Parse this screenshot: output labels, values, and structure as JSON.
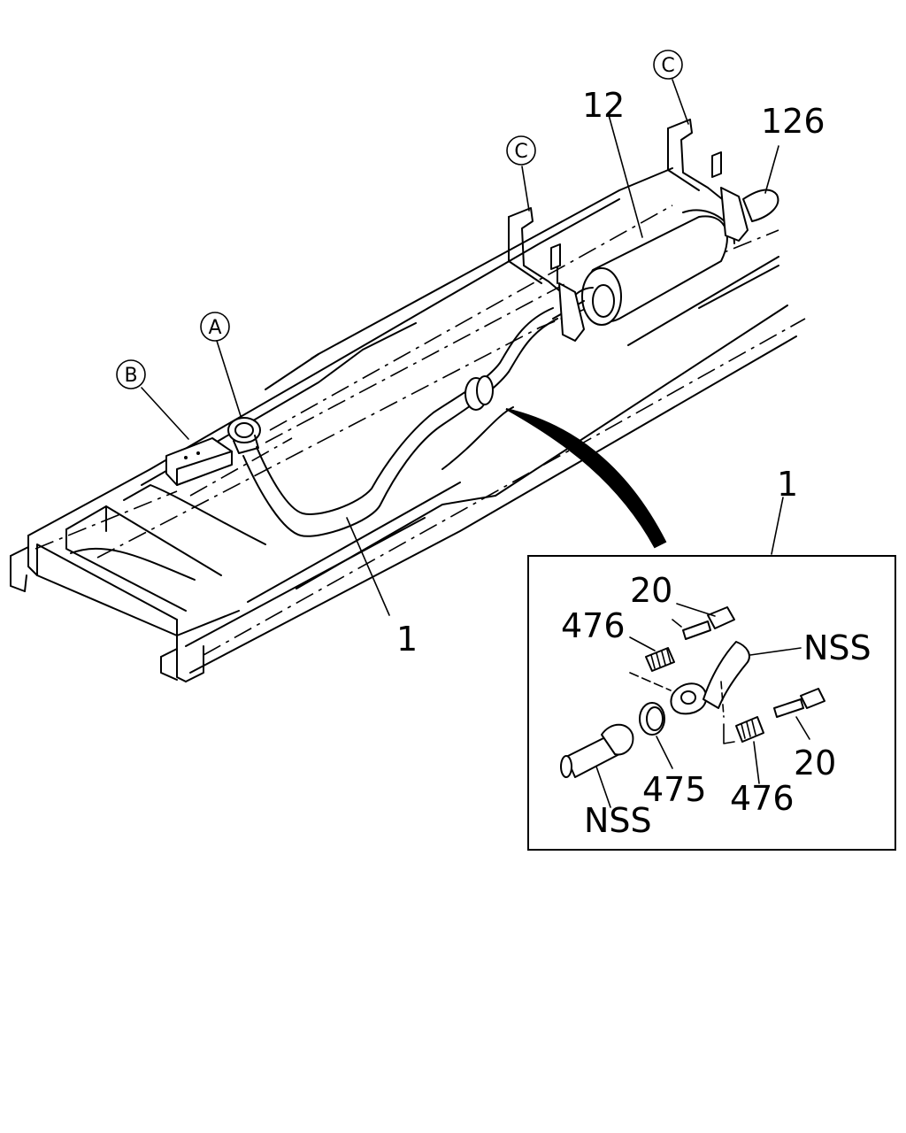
{
  "callouts": {
    "main_pipe": "1",
    "detail_ref": "1",
    "muffler": "12",
    "tail_pipe": "126",
    "ref_a": "A",
    "ref_b": "B",
    "ref_c_left": "C",
    "ref_c_right": "C"
  },
  "detail": {
    "bolt_top": "20",
    "spring_top": "476",
    "nss_top": "NSS",
    "bolt_right": "20",
    "spring_bottom": "476",
    "seal_ring": "475",
    "nss_bottom": "NSS"
  }
}
